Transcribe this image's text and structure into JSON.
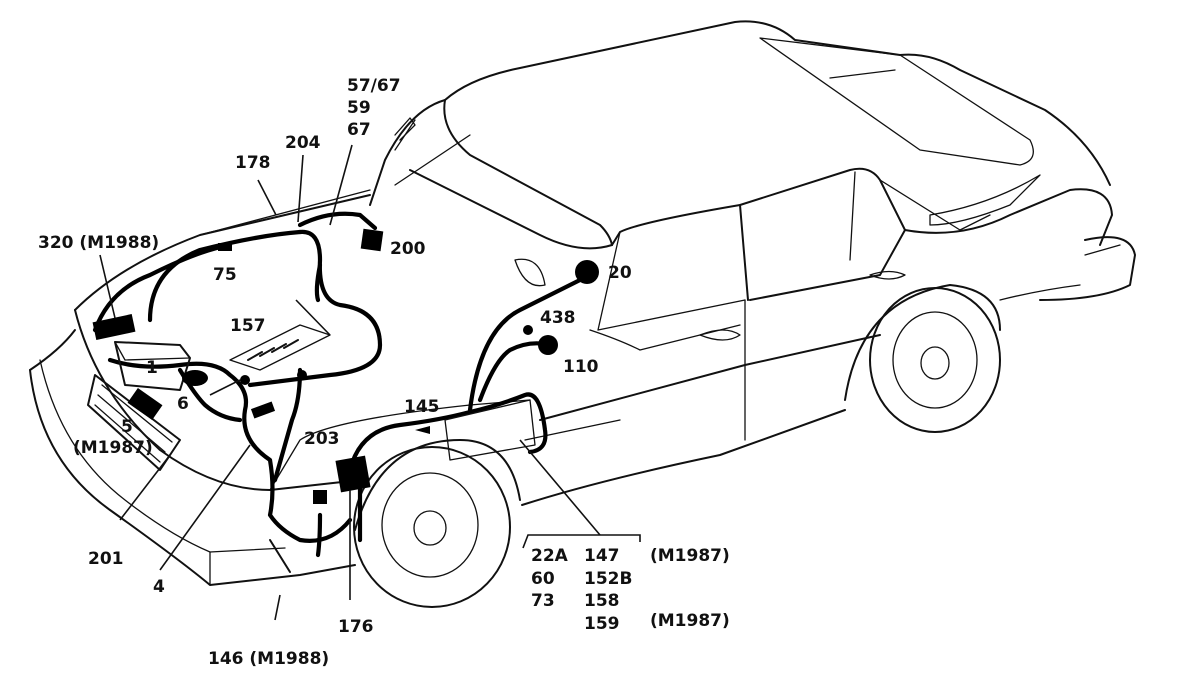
{
  "diagram": {
    "subject": "car wiring harness diagram",
    "callouts": {
      "c1": "320 (M1988)",
      "c2": "178",
      "c3": "204",
      "c4": "57/67",
      "c5": "59",
      "c6": "67",
      "c7": "200",
      "c8": "75",
      "c9": "157",
      "c10": "1",
      "c11": "6",
      "c12": "5",
      "c13": "(M1987)",
      "c14": "203",
      "c15": "145",
      "c16": "20",
      "c17": "438",
      "c18": "110",
      "c19": "201",
      "c20": "4",
      "c21": "176",
      "c22": "146 (M1988)"
    },
    "table": {
      "col1": [
        "22A",
        "60",
        "73"
      ],
      "col2": [
        "147",
        "152B",
        "158",
        "159"
      ],
      "note1": "(M1987)",
      "note2": "(M1987)"
    }
  }
}
